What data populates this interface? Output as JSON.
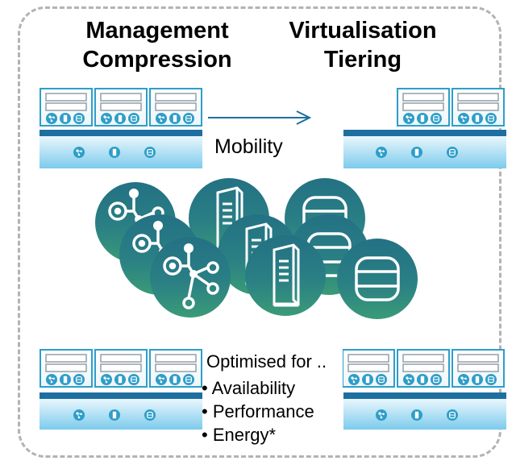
{
  "headings": {
    "left_line1": "Management",
    "left_line2": "Compression",
    "right_line1": "Virtualisation",
    "right_line2": "Tiering"
  },
  "mobility_label": "Mobility",
  "optimised": {
    "title": "Optimised for ..",
    "items": [
      "• Availability",
      "• Performance",
      "• Energy*"
    ]
  },
  "icons": [
    "network-node-icon",
    "server-tower-icon",
    "database-icon"
  ],
  "colors": {
    "accent": "#2e9ec8",
    "bar": "#1e6fa0",
    "teal_dark": "#1e6c80",
    "teal_light": "#34947a",
    "dashed_border": "#b3b3b3"
  }
}
